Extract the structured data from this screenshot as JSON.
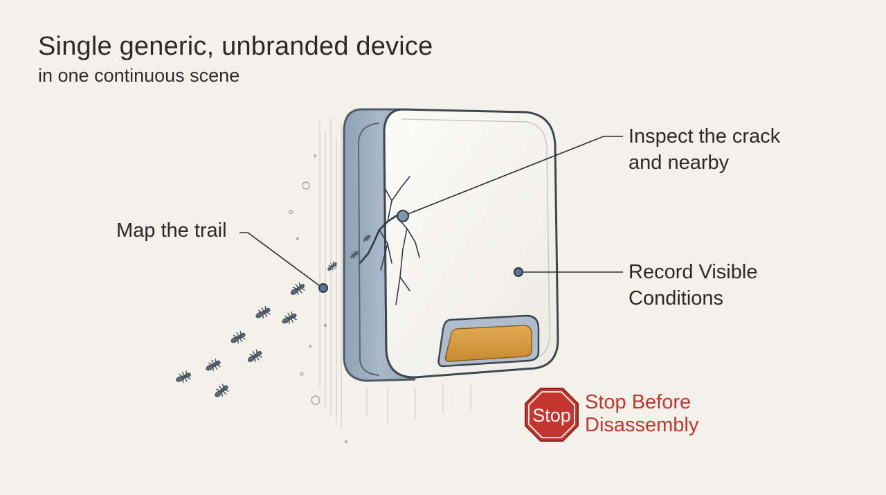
{
  "header": {
    "title": "Single generic, unbranded device",
    "subtitle": "in one continuous scene"
  },
  "callouts": {
    "inspect": [
      "Inspect the crack",
      "and nearby"
    ],
    "record": [
      "Record Visible",
      "Conditions"
    ],
    "trail": "Map the trail",
    "stop_sign": "Stop",
    "stop_text": [
      "Stop Before",
      "Disassembly"
    ]
  },
  "colors": {
    "background": "#f3f1ea",
    "device_body": "#f6f6f3",
    "device_side": "#9eaec2",
    "sensor_window": "#d69a3f",
    "stop_red": "#c4352d",
    "marker": "#5b7694"
  },
  "icons": [
    "stop-sign-icon",
    "ant-icon",
    "crack-marker"
  ]
}
